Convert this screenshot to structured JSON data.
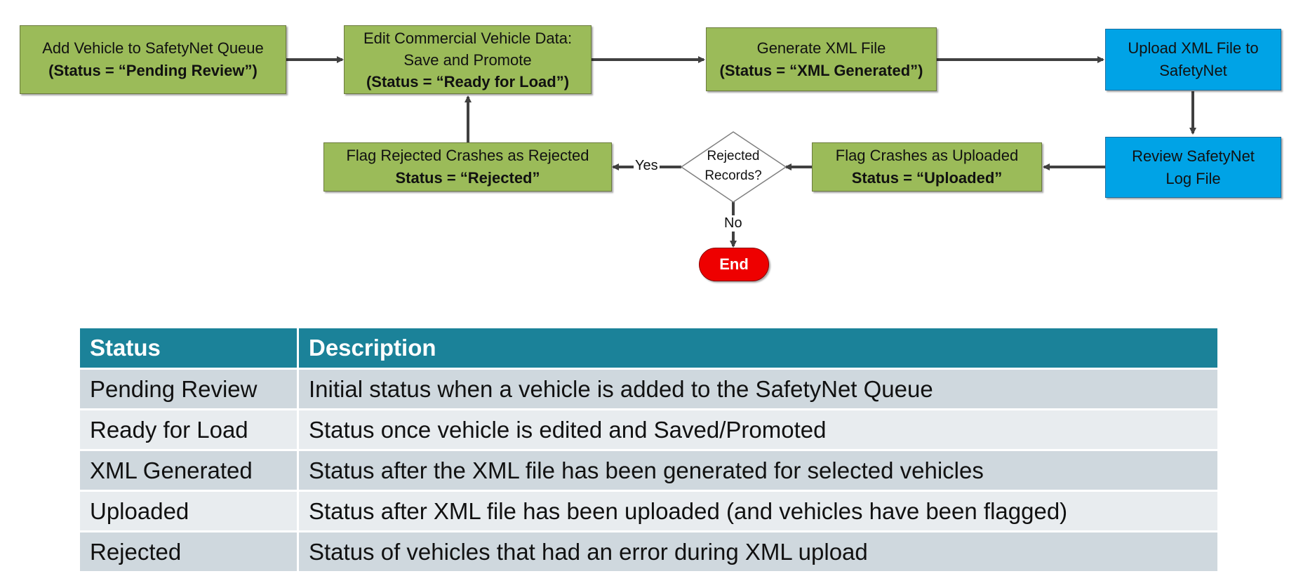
{
  "flow": {
    "add_vehicle": {
      "line1": "Add Vehicle to SafetyNet Queue",
      "line2": "(Status = “Pending Review”)"
    },
    "edit_vehicle": {
      "line1": "Edit Commercial Vehicle Data:",
      "line2": "Save and Promote",
      "line3": "(Status = “Ready for Load”)"
    },
    "generate_xml": {
      "line1": "Generate XML File",
      "line2": "(Status = “XML Generated”)"
    },
    "upload_xml": {
      "line1": "Upload XML File to",
      "line2": "SafetyNet"
    },
    "review_log": {
      "line1": "Review SafetyNet",
      "line2": "Log File"
    },
    "flag_uploaded": {
      "line1": "Flag Crashes as Uploaded",
      "line2": "Status = “Uploaded”"
    },
    "decision": {
      "line1": "Rejected",
      "line2": "Records?"
    },
    "flag_rejected": {
      "line1": "Flag Rejected Crashes as Rejected",
      "line2": "Status = “Rejected”"
    },
    "yes_label": "Yes",
    "no_label": "No",
    "end_label": "End",
    "colors": {
      "green": "#9bbb59",
      "blue": "#00a3e6",
      "end": "#ee0000",
      "header": "#1b8299"
    }
  },
  "table": {
    "headers": [
      "Status",
      "Description"
    ],
    "rows": [
      [
        "Pending Review",
        "Initial status when a vehicle is added to the SafetyNet Queue"
      ],
      [
        "Ready for Load",
        "Status once vehicle is edited and Saved/Promoted"
      ],
      [
        "XML Generated",
        "Status after the XML file has been generated for selected vehicles"
      ],
      [
        "Uploaded",
        "Status after XML file has been uploaded (and vehicles have been flagged)"
      ],
      [
        "Rejected",
        "Status of vehicles that had an error during XML upload"
      ]
    ]
  }
}
